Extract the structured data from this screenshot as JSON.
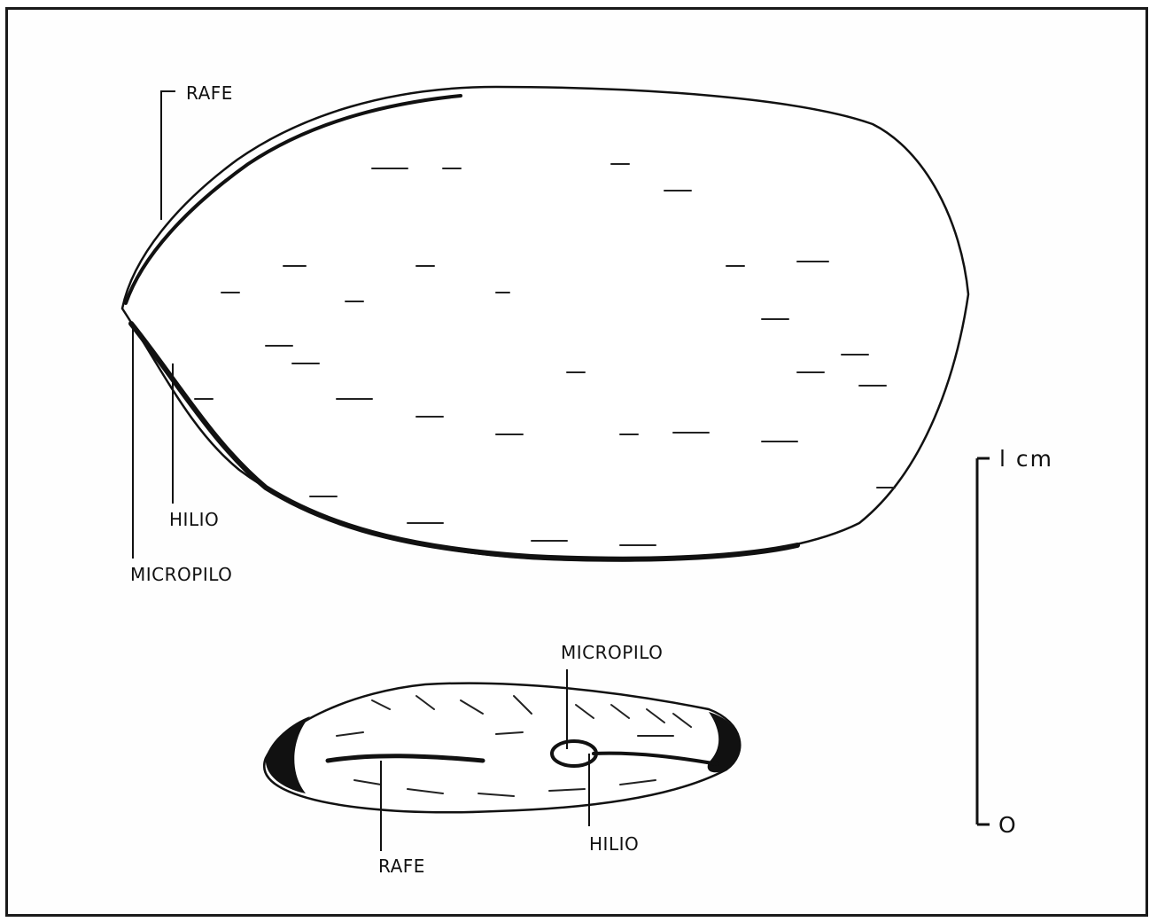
{
  "labels": {
    "top_rafe": "RAFE",
    "top_hilio": "HILIO",
    "top_micropilo": "MICROPILO",
    "bottom_micropilo": "MICROPILO",
    "bottom_hilio": "HILIO",
    "bottom_rafe": "RAFE"
  },
  "scale": {
    "top_label": "l cm",
    "bottom_label": "O"
  }
}
